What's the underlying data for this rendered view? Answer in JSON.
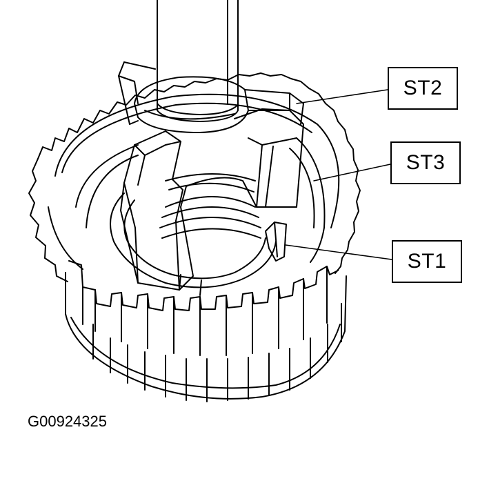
{
  "callouts": {
    "st2": "ST2",
    "st3": "ST3",
    "st1": "ST1"
  },
  "figure_id": "G00924325",
  "colors": {
    "line": "#000000",
    "background": "#ffffff"
  }
}
